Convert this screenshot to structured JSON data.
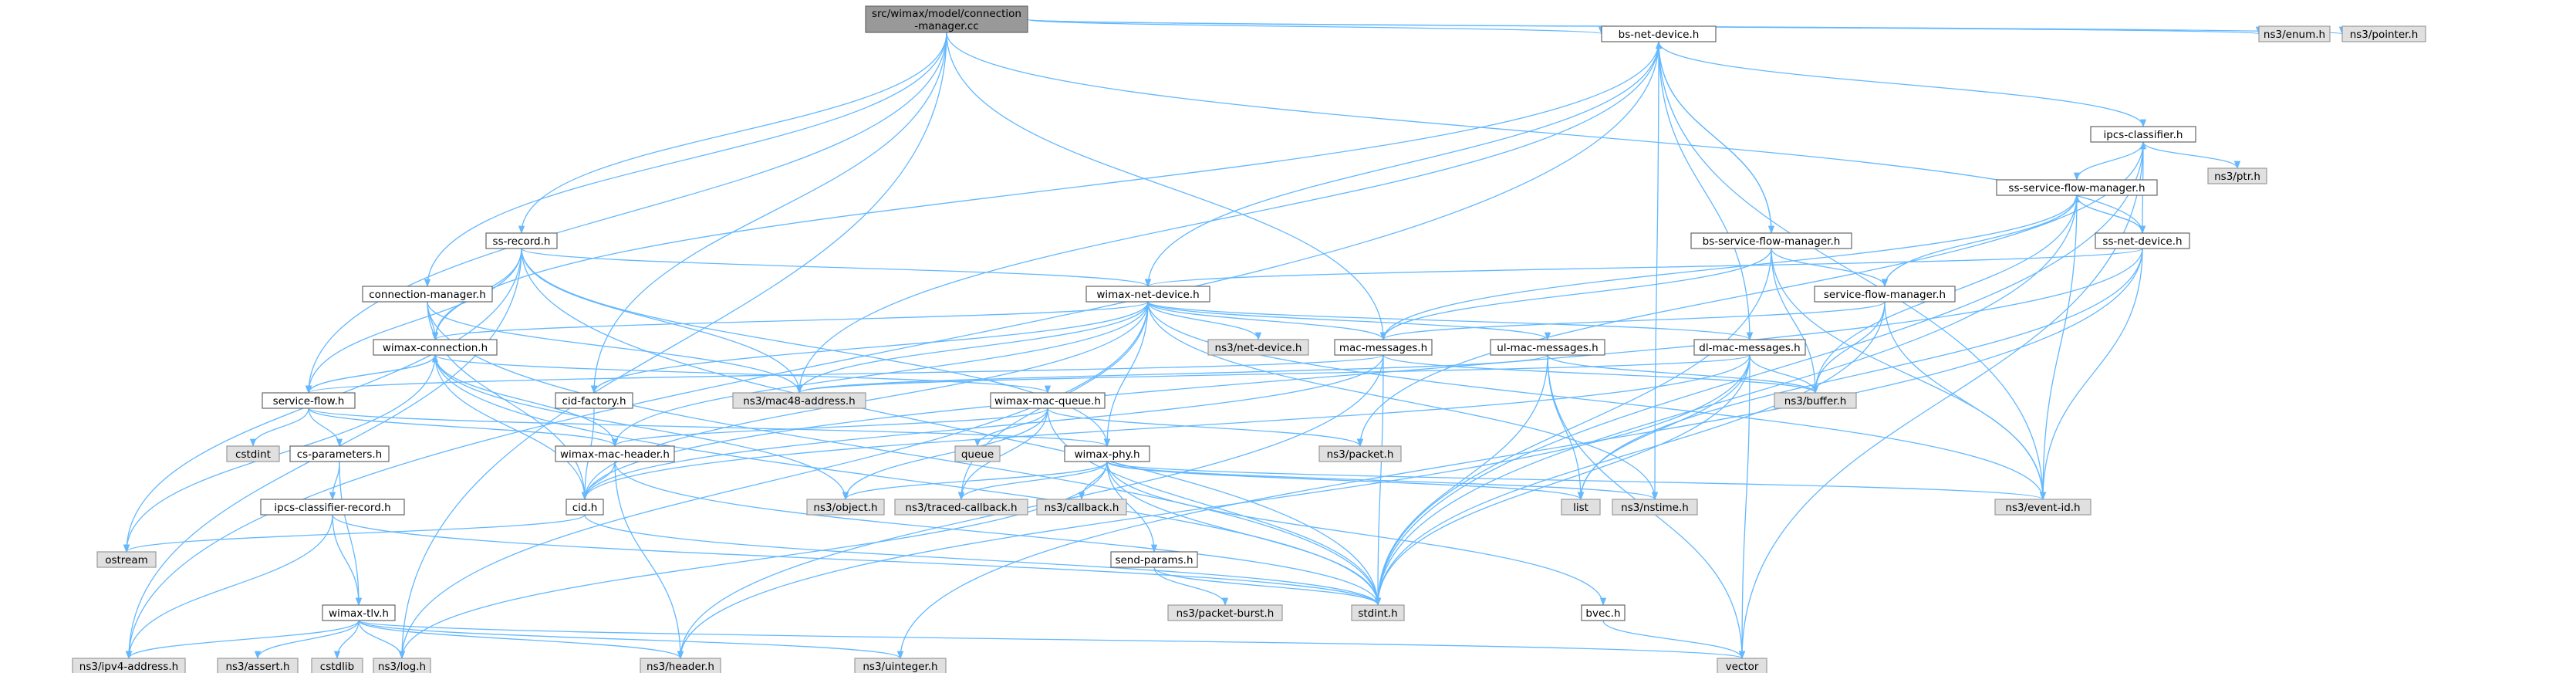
{
  "colors": {
    "edge": "#63b8ff",
    "node_border": "#666666",
    "node_fill": "#ffffff",
    "external_fill": "#e0e0e0",
    "root_fill": "#999999"
  },
  "nodes": [
    {
      "id": "root",
      "lines": [
        "src/wimax/model/connection",
        "-manager.cc"
      ],
      "kind": "root"
    },
    {
      "id": "bs-net-device",
      "lines": [
        "bs-net-device.h"
      ],
      "kind": "local"
    },
    {
      "id": "ns3-enum",
      "lines": [
        "ns3/enum.h"
      ],
      "kind": "ext"
    },
    {
      "id": "ns3-pointer",
      "lines": [
        "ns3/pointer.h"
      ],
      "kind": "ext"
    },
    {
      "id": "ipcs-classifier",
      "lines": [
        "ipcs-classifier.h"
      ],
      "kind": "local"
    },
    {
      "id": "ns3-ptr",
      "lines": [
        "ns3/ptr.h"
      ],
      "kind": "ext"
    },
    {
      "id": "ss-service-flow-manager",
      "lines": [
        "ss-service-flow-manager.h"
      ],
      "kind": "local"
    },
    {
      "id": "ss-record",
      "lines": [
        "ss-record.h"
      ],
      "kind": "local"
    },
    {
      "id": "bs-service-flow-manager",
      "lines": [
        "bs-service-flow-manager.h"
      ],
      "kind": "local"
    },
    {
      "id": "ss-net-device",
      "lines": [
        "ss-net-device.h"
      ],
      "kind": "local"
    },
    {
      "id": "connection-manager",
      "lines": [
        "connection-manager.h"
      ],
      "kind": "local"
    },
    {
      "id": "wimax-net-device",
      "lines": [
        "wimax-net-device.h"
      ],
      "kind": "local"
    },
    {
      "id": "service-flow-manager",
      "lines": [
        "service-flow-manager.h"
      ],
      "kind": "local"
    },
    {
      "id": "wimax-connection",
      "lines": [
        "wimax-connection.h"
      ],
      "kind": "local"
    },
    {
      "id": "ns3-net-device",
      "lines": [
        "ns3/net-device.h"
      ],
      "kind": "ext"
    },
    {
      "id": "mac-messages",
      "lines": [
        "mac-messages.h"
      ],
      "kind": "local"
    },
    {
      "id": "ul-mac-messages",
      "lines": [
        "ul-mac-messages.h"
      ],
      "kind": "local"
    },
    {
      "id": "dl-mac-messages",
      "lines": [
        "dl-mac-messages.h"
      ],
      "kind": "local"
    },
    {
      "id": "service-flow",
      "lines": [
        "service-flow.h"
      ],
      "kind": "local"
    },
    {
      "id": "cid-factory",
      "lines": [
        "cid-factory.h"
      ],
      "kind": "local"
    },
    {
      "id": "ns3-mac48-address",
      "lines": [
        "ns3/mac48-address.h"
      ],
      "kind": "ext"
    },
    {
      "id": "wimax-mac-queue",
      "lines": [
        "wimax-mac-queue.h"
      ],
      "kind": "local"
    },
    {
      "id": "ns3-buffer",
      "lines": [
        "ns3/buffer.h"
      ],
      "kind": "ext"
    },
    {
      "id": "cstdint",
      "lines": [
        "cstdint"
      ],
      "kind": "ext"
    },
    {
      "id": "cs-parameters",
      "lines": [
        "cs-parameters.h"
      ],
      "kind": "local"
    },
    {
      "id": "wimax-mac-header",
      "lines": [
        "wimax-mac-header.h"
      ],
      "kind": "local"
    },
    {
      "id": "queue",
      "lines": [
        "queue"
      ],
      "kind": "ext"
    },
    {
      "id": "ns3-packet",
      "lines": [
        "ns3/packet.h"
      ],
      "kind": "ext"
    },
    {
      "id": "wimax-phy",
      "lines": [
        "wimax-phy.h"
      ],
      "kind": "local"
    },
    {
      "id": "ipcs-classifier-record",
      "lines": [
        "ipcs-classifier-record.h"
      ],
      "kind": "local"
    },
    {
      "id": "cid",
      "lines": [
        "cid.h"
      ],
      "kind": "local"
    },
    {
      "id": "ns3-object",
      "lines": [
        "ns3/object.h"
      ],
      "kind": "ext"
    },
    {
      "id": "ns3-traced-callback",
      "lines": [
        "ns3/traced-callback.h"
      ],
      "kind": "ext"
    },
    {
      "id": "ns3-callback",
      "lines": [
        "ns3/callback.h"
      ],
      "kind": "ext"
    },
    {
      "id": "send-params",
      "lines": [
        "send-params.h"
      ],
      "kind": "local"
    },
    {
      "id": "list",
      "lines": [
        "list"
      ],
      "kind": "ext"
    },
    {
      "id": "ns3-nstime",
      "lines": [
        "ns3/nstime.h"
      ],
      "kind": "ext"
    },
    {
      "id": "ns3-event-id",
      "lines": [
        "ns3/event-id.h"
      ],
      "kind": "ext"
    },
    {
      "id": "ostream",
      "lines": [
        "ostream"
      ],
      "kind": "ext"
    },
    {
      "id": "wimax-tlv",
      "lines": [
        "wimax-tlv.h"
      ],
      "kind": "local"
    },
    {
      "id": "stdint",
      "lines": [
        "stdint.h"
      ],
      "kind": "ext"
    },
    {
      "id": "ns3-packet-burst",
      "lines": [
        "ns3/packet-burst.h"
      ],
      "kind": "ext"
    },
    {
      "id": "bvec",
      "lines": [
        "bvec.h"
      ],
      "kind": "local"
    },
    {
      "id": "ns3-ipv4-address",
      "lines": [
        "ns3/ipv4-address.h"
      ],
      "kind": "ext"
    },
    {
      "id": "ns3-assert",
      "lines": [
        "ns3/assert.h"
      ],
      "kind": "ext"
    },
    {
      "id": "cstdlib",
      "lines": [
        "cstdlib"
      ],
      "kind": "ext"
    },
    {
      "id": "ns3-log",
      "lines": [
        "ns3/log.h"
      ],
      "kind": "ext"
    },
    {
      "id": "ns3-header",
      "lines": [
        "ns3/header.h"
      ],
      "kind": "ext"
    },
    {
      "id": "ns3-uinteger",
      "lines": [
        "ns3/uinteger.h"
      ],
      "kind": "ext"
    },
    {
      "id": "vector",
      "lines": [
        "vector"
      ],
      "kind": "ext"
    }
  ],
  "edges": [
    [
      "root",
      "bs-net-device"
    ],
    [
      "root",
      "ns3-enum"
    ],
    [
      "root",
      "ns3-pointer"
    ],
    [
      "root",
      "ss-record"
    ],
    [
      "root",
      "connection-manager"
    ],
    [
      "root",
      "ss-net-device"
    ],
    [
      "root",
      "mac-messages"
    ],
    [
      "root",
      "cid-factory"
    ],
    [
      "root",
      "service-flow"
    ],
    [
      "root",
      "ns3-log"
    ],
    [
      "bs-net-device",
      "wimax-net-device"
    ],
    [
      "bs-net-device",
      "ipcs-classifier"
    ],
    [
      "bs-net-device",
      "bs-service-flow-manager"
    ],
    [
      "bs-net-device",
      "dl-mac-messages"
    ],
    [
      "bs-net-device",
      "wimax-connection"
    ],
    [
      "bs-net-device",
      "ns3-mac48-address"
    ],
    [
      "bs-net-device",
      "ns3-ipv4-address"
    ],
    [
      "bs-net-device",
      "ns3-event-id"
    ],
    [
      "bs-net-device",
      "ns3-nstime"
    ],
    [
      "ipcs-classifier",
      "ns3-ptr"
    ],
    [
      "ipcs-classifier",
      "ss-service-flow-manager"
    ],
    [
      "ipcs-classifier",
      "ns3-packet"
    ],
    [
      "ipcs-classifier",
      "stdint"
    ],
    [
      "ipcs-classifier",
      "vector"
    ],
    [
      "ss-service-flow-manager",
      "ss-net-device"
    ],
    [
      "ss-service-flow-manager",
      "service-flow-manager"
    ],
    [
      "ss-service-flow-manager",
      "mac-messages"
    ],
    [
      "ss-service-flow-manager",
      "ns3-buffer"
    ],
    [
      "ss-service-flow-manager",
      "ns3-event-id"
    ],
    [
      "ss-service-flow-manager",
      "stdint"
    ],
    [
      "ss-net-device",
      "ipcs-classifier"
    ],
    [
      "ss-net-device",
      "ss-service-flow-manager"
    ],
    [
      "ss-net-device",
      "wimax-net-device"
    ],
    [
      "ss-net-device",
      "cid"
    ],
    [
      "ss-net-device",
      "ns3-event-id"
    ],
    [
      "ss-net-device",
      "list"
    ],
    [
      "ss-net-device",
      "ns3-uinteger"
    ],
    [
      "bs-service-flow-manager",
      "bs-net-device"
    ],
    [
      "bs-service-flow-manager",
      "service-flow-manager"
    ],
    [
      "bs-service-flow-manager",
      "mac-messages"
    ],
    [
      "bs-service-flow-manager",
      "ns3-buffer"
    ],
    [
      "bs-service-flow-manager",
      "ns3-event-id"
    ],
    [
      "bs-service-flow-manager",
      "stdint"
    ],
    [
      "service-flow-manager",
      "mac-messages"
    ],
    [
      "service-flow-manager",
      "ns3-buffer"
    ],
    [
      "service-flow-manager",
      "ns3-event-id"
    ],
    [
      "service-flow-manager",
      "stdint"
    ],
    [
      "ss-record",
      "wimax-net-device"
    ],
    [
      "ss-record",
      "wimax-connection"
    ],
    [
      "ss-record",
      "service-flow"
    ],
    [
      "ss-record",
      "ns3-mac48-address"
    ],
    [
      "ss-record",
      "ns3-ipv4-address"
    ],
    [
      "ss-record",
      "wimax-phy"
    ],
    [
      "ss-record",
      "stdint"
    ],
    [
      "ss-record",
      "ostream"
    ],
    [
      "connection-manager",
      "wimax-connection"
    ],
    [
      "connection-manager",
      "cid"
    ],
    [
      "connection-manager",
      "ns3-mac48-address"
    ],
    [
      "connection-manager",
      "stdint"
    ],
    [
      "wimax-net-device",
      "wimax-connection"
    ],
    [
      "wimax-net-device",
      "ns3-net-device"
    ],
    [
      "wimax-net-device",
      "mac-messages"
    ],
    [
      "wimax-net-device",
      "ul-mac-messages"
    ],
    [
      "wimax-net-device",
      "dl-mac-messages"
    ],
    [
      "wimax-net-device",
      "cid-factory"
    ],
    [
      "wimax-net-device",
      "ns3-mac48-address"
    ],
    [
      "wimax-net-device",
      "wimax-mac-header"
    ],
    [
      "wimax-net-device",
      "wimax-phy"
    ],
    [
      "wimax-net-device",
      "ns3-traced-callback"
    ],
    [
      "wimax-net-device",
      "ns3-nstime"
    ],
    [
      "wimax-net-device",
      "ns3-event-id"
    ],
    [
      "wimax-net-device",
      "ns3-log"
    ],
    [
      "wimax-net-device",
      "cid"
    ],
    [
      "wimax-connection",
      "service-flow"
    ],
    [
      "wimax-connection",
      "wimax-mac-queue"
    ],
    [
      "wimax-connection",
      "wimax-mac-header"
    ],
    [
      "wimax-connection",
      "cid"
    ],
    [
      "wimax-connection",
      "ns3-object"
    ],
    [
      "wimax-connection",
      "stdint"
    ],
    [
      "wimax-connection",
      "ostream"
    ],
    [
      "mac-messages",
      "service-flow"
    ],
    [
      "mac-messages",
      "cid"
    ],
    [
      "mac-messages",
      "ns3-buffer"
    ],
    [
      "mac-messages",
      "stdint"
    ],
    [
      "mac-messages",
      "ns3-header"
    ],
    [
      "ul-mac-messages",
      "ns3-mac48-address"
    ],
    [
      "ul-mac-messages",
      "ns3-buffer"
    ],
    [
      "ul-mac-messages",
      "list"
    ],
    [
      "ul-mac-messages",
      "stdint"
    ],
    [
      "ul-mac-messages",
      "vector"
    ],
    [
      "dl-mac-messages",
      "ns3-mac48-address"
    ],
    [
      "dl-mac-messages",
      "ns3-buffer"
    ],
    [
      "dl-mac-messages",
      "list"
    ],
    [
      "dl-mac-messages",
      "stdint"
    ],
    [
      "dl-mac-messages",
      "cid"
    ],
    [
      "dl-mac-messages",
      "ns3-header"
    ],
    [
      "dl-mac-messages",
      "vector"
    ],
    [
      "service-flow",
      "wimax-connection"
    ],
    [
      "service-flow",
      "cstdint"
    ],
    [
      "service-flow",
      "cs-parameters"
    ],
    [
      "service-flow",
      "wimax-mac-header"
    ],
    [
      "service-flow",
      "wimax-phy"
    ],
    [
      "cid-factory",
      "cid"
    ],
    [
      "wimax-mac-queue",
      "wimax-mac-header"
    ],
    [
      "wimax-mac-queue",
      "queue"
    ],
    [
      "wimax-mac-queue",
      "ns3-packet"
    ],
    [
      "wimax-mac-queue",
      "ns3-object"
    ],
    [
      "wimax-mac-queue",
      "ns3-traced-callback"
    ],
    [
      "wimax-mac-queue",
      "stdint"
    ],
    [
      "cs-parameters",
      "ipcs-classifier-record"
    ],
    [
      "cs-parameters",
      "wimax-tlv"
    ],
    [
      "wimax-mac-header",
      "cid"
    ],
    [
      "wimax-mac-header",
      "ns3-header"
    ],
    [
      "wimax-mac-header",
      "stdint"
    ],
    [
      "wimax-phy",
      "ns3-object"
    ],
    [
      "wimax-phy",
      "ns3-traced-callback"
    ],
    [
      "wimax-phy",
      "ns3-callback"
    ],
    [
      "wimax-phy",
      "send-params"
    ],
    [
      "wimax-phy",
      "list"
    ],
    [
      "wimax-phy",
      "ns3-nstime"
    ],
    [
      "wimax-phy",
      "ns3-event-id"
    ],
    [
      "wimax-phy",
      "bvec"
    ],
    [
      "wimax-phy",
      "stdint"
    ],
    [
      "wimax-phy",
      "ns3-log"
    ],
    [
      "ipcs-classifier-record",
      "wimax-tlv"
    ],
    [
      "ipcs-classifier-record",
      "ns3-ipv4-address"
    ],
    [
      "ipcs-classifier-record",
      "stdint"
    ],
    [
      "cid",
      "stdint"
    ],
    [
      "cid",
      "ostream"
    ],
    [
      "send-params",
      "ns3-packet-burst"
    ],
    [
      "send-params",
      "stdint"
    ],
    [
      "bvec",
      "vector"
    ],
    [
      "wimax-tlv",
      "ns3-ipv4-address"
    ],
    [
      "wimax-tlv",
      "ns3-assert"
    ],
    [
      "wimax-tlv",
      "cstdlib"
    ],
    [
      "wimax-tlv",
      "ns3-log"
    ],
    [
      "wimax-tlv",
      "ns3-header"
    ],
    [
      "wimax-tlv",
      "ns3-uinteger"
    ],
    [
      "wimax-tlv",
      "vector"
    ]
  ]
}
